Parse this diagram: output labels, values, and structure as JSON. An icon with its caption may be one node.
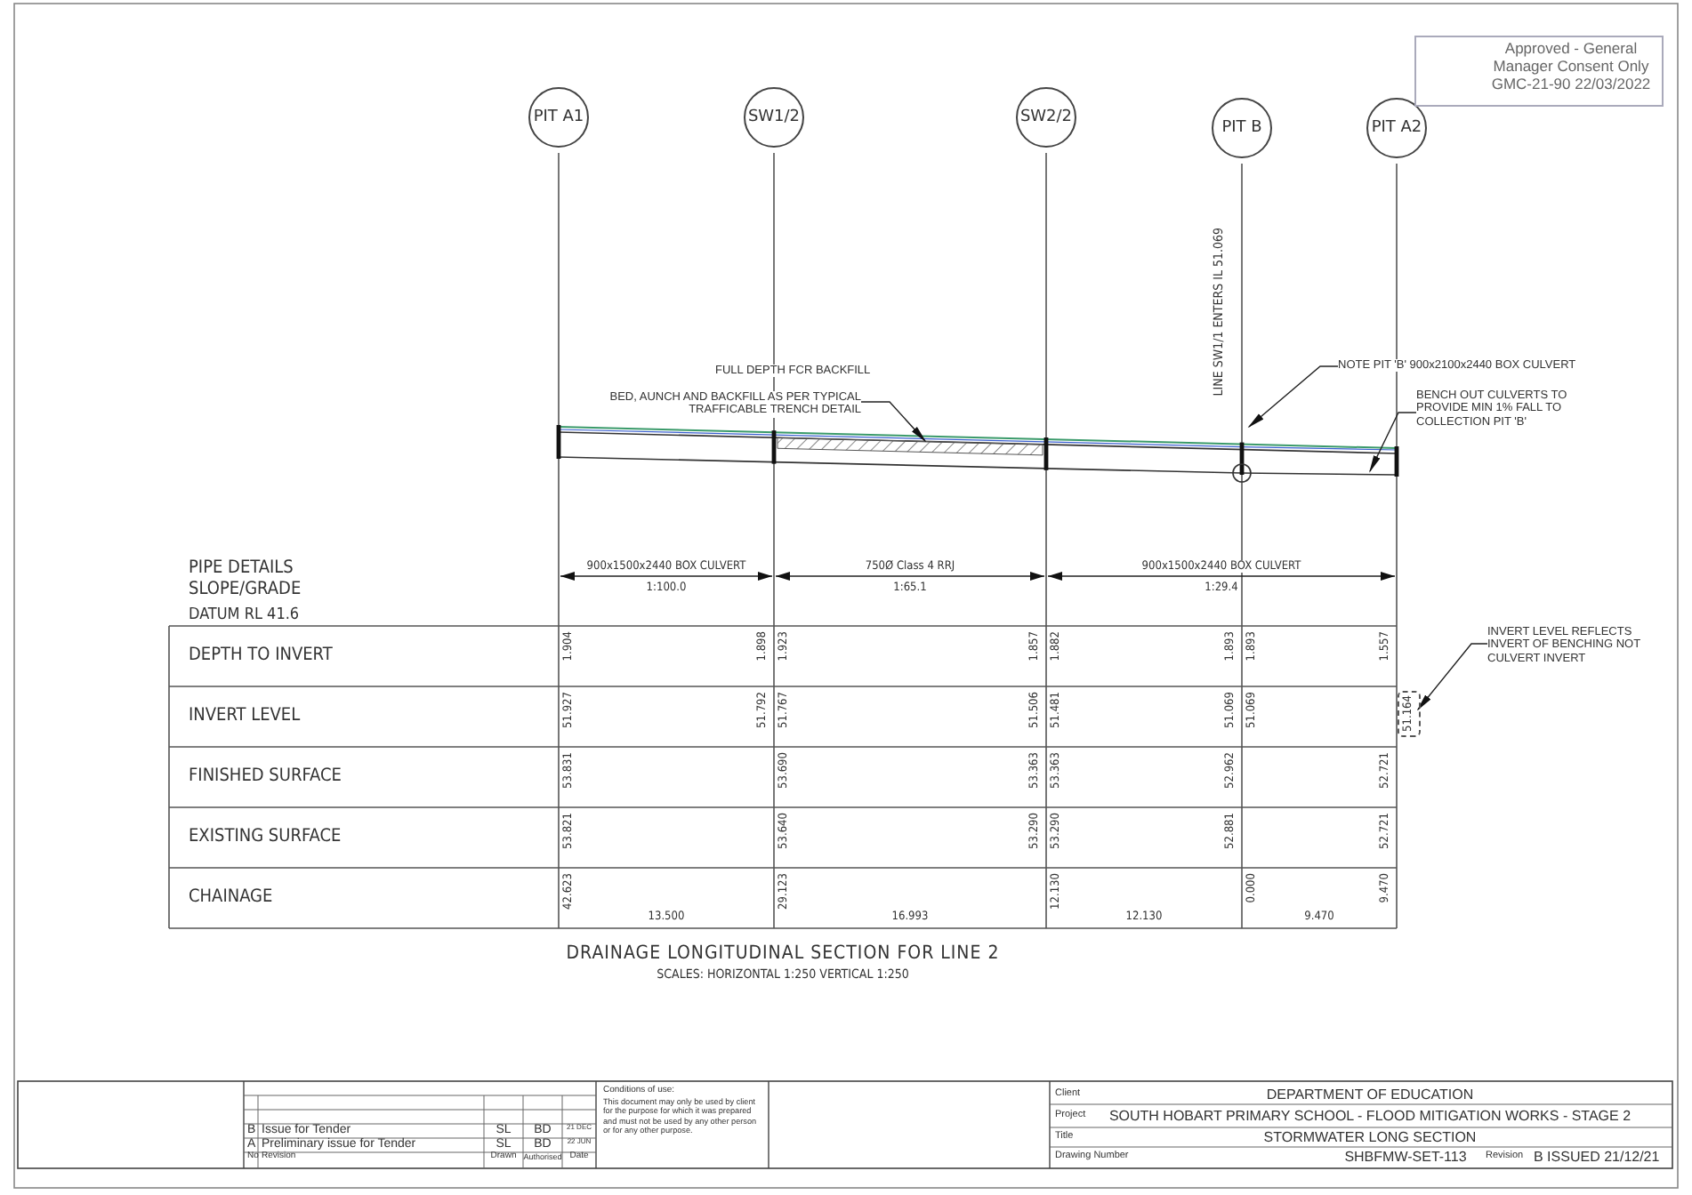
{
  "diagram": {
    "caption": "DRAINAGE LONGITUDINAL SECTION FOR LINE 2",
    "nodes": [
      {
        "text": [
          "PIT A1"
        ]
      },
      {
        "text": [
          "SW1/2"
        ]
      },
      {
        "text": [
          "SW2/2"
        ]
      },
      {
        "text": [
          "PIT B"
        ]
      },
      {
        "text": [
          "PIT A2"
        ]
      },
      {
        "text": [
          "BED, AUNCH AND BACKFILL AS PER TYPICAL TRAFFICABLE TRENCH DETAIL"
        ]
      },
      {
        "text": [],
        "shape": "box"
      },
      {
        "text": [
          "NOTE PIT 'B' 900x2100x2440 BOX CULVERT"
        ]
      },
      {
        "text": [
          "BENCH OUT CULVERTS TO PROVIDE MIN 1% FALL TO COLLECTION PIT 'B'"
        ]
      },
      {
        "text": [
          "INVERT LEVEL REFLECTS INVERT OF BENCHING NOT CULVERT INVERT"
        ]
      },
      {
        "text": [
          "51.164"
        ]
      }
    ],
    "edges": [
      {
        "from": 5,
        "to": 6,
        "arrow": "to"
      },
      {
        "from": 7,
        "to": null,
        "arrow": "to"
      },
      {
        "from": 8,
        "to": null,
        "arrow": "to"
      },
      {
        "from": 9,
        "to": 10,
        "arrow": "to"
      }
    ],
    "labels": [
      "FULL DEPTH FCR BACKFILL",
      "LINE SW1/1 ENTERS IL 51.069",
      "PIPE DETAILS",
      "SLOPE/GRADE",
      "DATUM RL 41.6",
      "900x1500x2440 BOX CULVERT",
      "1:100.0",
      "750Ø Class 4 RRJ",
      "1:65.1",
      "900x1500x2440 BOX CULVERT",
      "1:29.4",
      "DEPTH TO INVERT",
      "1.904",
      "1.898",
      "1.923",
      "1.857",
      "1.882",
      "1.893",
      "1.893",
      "1.557",
      "INVERT LEVEL",
      "51.927",
      "51.792",
      "51.767",
      "51.506",
      "51.481",
      "51.069",
      "51.069",
      "FINISHED SURFACE",
      "53.831",
      "53.690",
      "53.363",
      "53.363",
      "52.962",
      "52.721",
      "EXISTING SURFACE",
      "53.821",
      "53.640",
      "53.290",
      "53.290",
      "52.881",
      "52.721",
      "CHAINAGE",
      "42.623",
      "29.123",
      "12.130",
      "0.000",
      "9.470",
      "13.500",
      "16.993",
      "12.130",
      "9.470",
      "SCALES: HORIZONTAL 1:250 VERTICAL 1:250",
      "Approved - General Manager Consent Only GMC-21-90 22/03/2022",
      "B",
      "Issue for Tender",
      "SL",
      "BD",
      "21 DEC",
      "A",
      "Preliminary issue for Tender",
      "SL",
      "BD",
      "22 JUN",
      "No",
      "Revision",
      "Drawn",
      "Authorised",
      "Date",
      "Conditions of use:",
      "This document may only be used by client for the purpose for which it was prepared and must not be used by any other person or for any other purpose.",
      "Client",
      "DEPARTMENT OF EDUCATION",
      "Project",
      "SOUTH HOBART PRIMARY SCHOOL - FLOOD MITIGATION WORKS - STAGE 2",
      "Title",
      "STORMWATER LONG SECTION",
      "Drawing Number",
      "SHBFMW-SET-113",
      "Revision",
      "B ISSUED 21/12/21"
    ]
  }
}
